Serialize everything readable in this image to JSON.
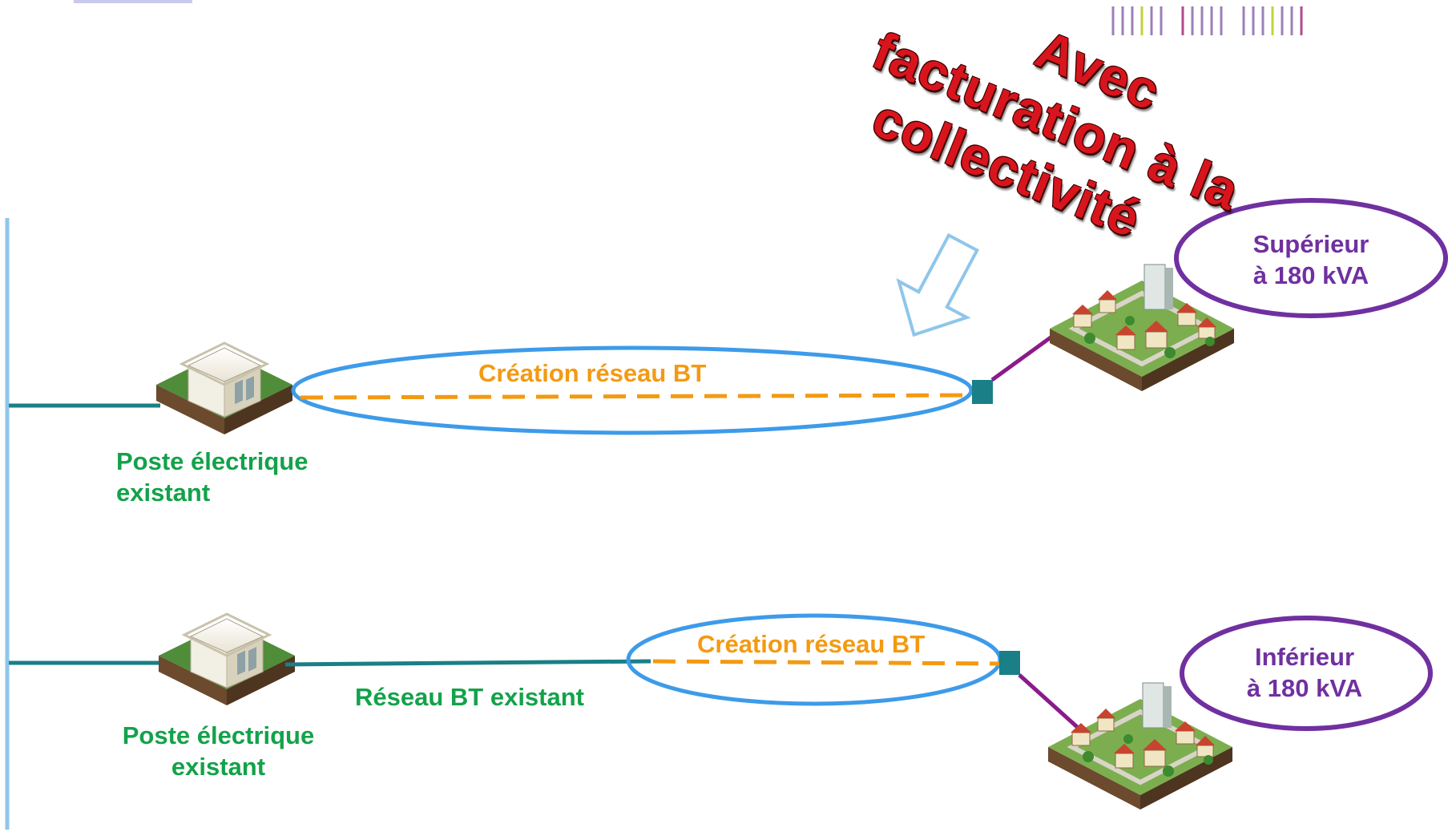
{
  "title_stamp": {
    "lines": [
      "Avec",
      "facturation à la",
      "collectivité"
    ]
  },
  "top_row": {
    "substation_label": [
      "Poste électrique",
      "existant"
    ],
    "network_label": "Création réseau  BT",
    "power_label": [
      "Supérieur",
      "à 180 kVA"
    ]
  },
  "bottom_row": {
    "substation_label": [
      "Poste  électrique",
      "existant"
    ],
    "existing_network_label": "Réseau BT existant",
    "network_label": "Création réseau  BT",
    "power_label": [
      "Inférieur",
      "à 180 kVA"
    ]
  },
  "colors": {
    "hta_line": "#8fc6ea",
    "existing_network": "#1a7f86",
    "new_network_dashed": "#f39a12",
    "ellipse": "#3d9be9",
    "power_oval": "#7030a0",
    "branch": "#8b1a8b",
    "text_green": "#13a24a",
    "stamp_red": "#d8151d"
  },
  "icons": [
    "substation-icon",
    "town-icon",
    "down-arrow-icon"
  ]
}
